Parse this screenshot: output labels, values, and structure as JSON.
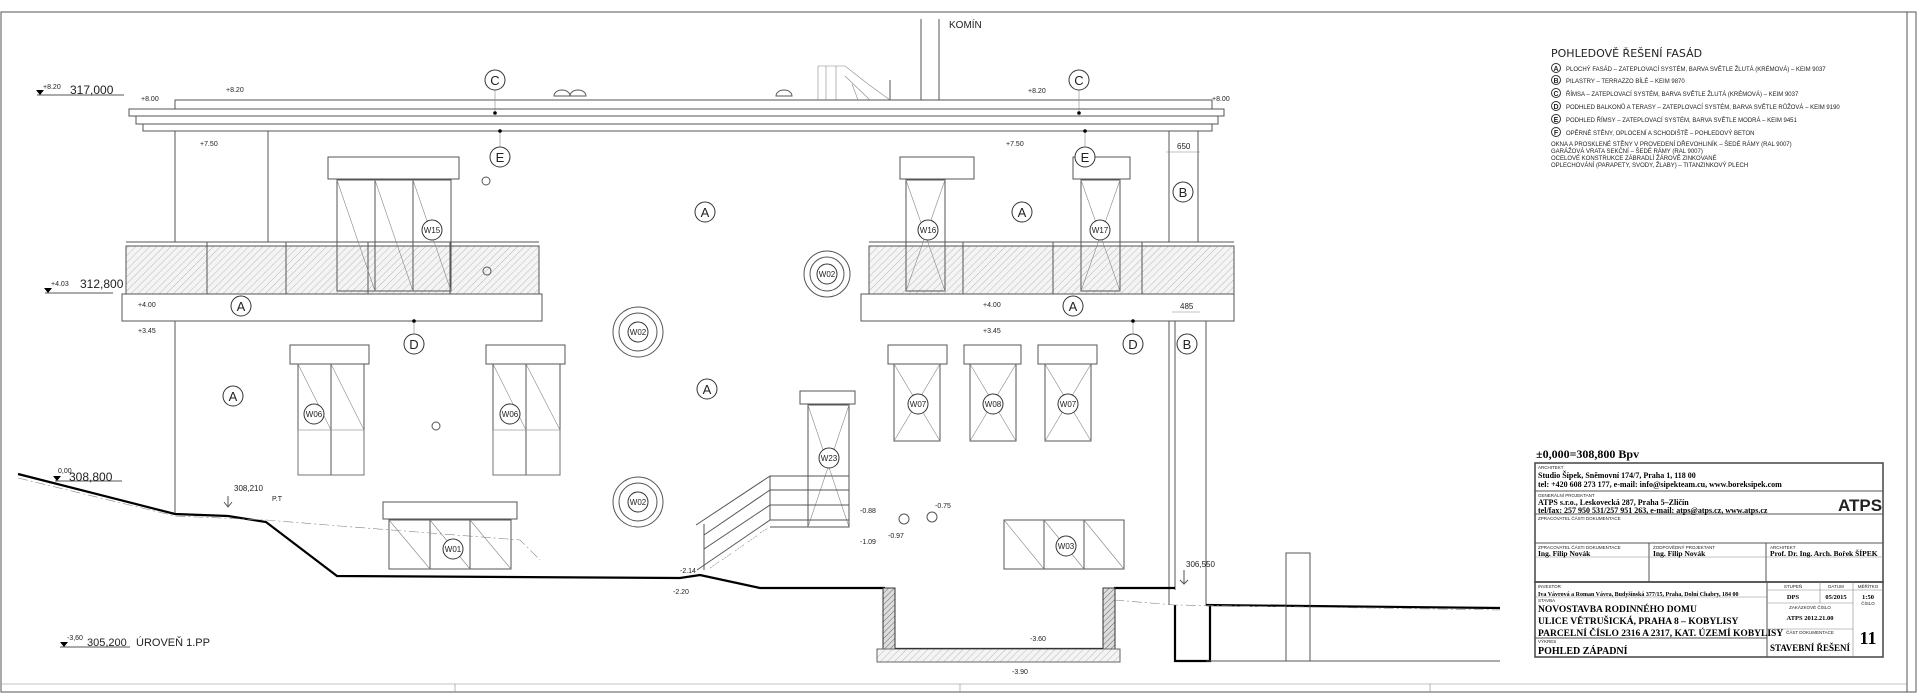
{
  "chimney_label": "KOMÍN",
  "levels": {
    "roof": {
      "rel": "+8.20",
      "abs": "317,000"
    },
    "floor1": {
      "rel": "+4.03",
      "abs": "312,800"
    },
    "ground": {
      "rel": "0,00",
      "abs": "308,800"
    },
    "basement": {
      "rel": "-3,60",
      "abs": "305,200",
      "label": "ÚROVEŇ 1.PP"
    }
  },
  "dimensions": {
    "roof_left_820": "+8.20",
    "roof_left_800": "+8.00",
    "roof_left_750": "+7.50",
    "roof_right_820": "+8.20",
    "roof_right_800": "+8.00",
    "roof_right_750": "+7.50",
    "bal_left_400": "+4.00",
    "bal_left_345": "+3.45",
    "bal_right_400": "+4.00",
    "bal_right_345": "+3.45",
    "pilaster_top": "650",
    "pilaster_bottom": "485",
    "terrain_point": "308,210",
    "terrain_label": "P.T",
    "stair_214": "-2.14",
    "stair_220": "-2.20",
    "door_088": "-0.88",
    "door_109": "-1.09",
    "vent_097": "-0.97",
    "vent_075": "-0.75",
    "garage_360": "-3.60",
    "garage_390": "-3.90",
    "right_terrain": "306,550"
  },
  "windows": {
    "w15": "W15",
    "w16": "W16",
    "w17": "W17",
    "w06a": "W06",
    "w06b": "W06",
    "w07a": "W07",
    "w08": "W08",
    "w07b": "W07",
    "w23": "W23",
    "w01": "W01",
    "w03": "W03",
    "w02a": "W02",
    "w02b": "W02",
    "w02c": "W02"
  },
  "markers": {
    "a": "A",
    "b": "B",
    "c": "C",
    "d": "D",
    "e": "E",
    "f": "F"
  },
  "legend": {
    "title": "POHLEDOVĚ ŘEŠENÍ FASÁD",
    "items": [
      {
        "key": "A",
        "text": "PLOCHÝ FASÁD – ZATEPLOVACÍ SYSTÉM, BARVA SVĚTLE ŽLUTÁ (KRÉMOVÁ) – KEIM 9037"
      },
      {
        "key": "B",
        "text": "PILASTRY – TERRAZZO BÍLÉ – KEIM 9870"
      },
      {
        "key": "C",
        "text": "ŘÍMSA – ZATEPLOVACÍ SYSTÉM, BARVA SVĚTLE ŽLUTÁ (KRÉMOVÁ) – KEIM 9037"
      },
      {
        "key": "D",
        "text": "PODHLED BALKONŮ A TERASY – ZATEPLOVACÍ SYSTÉM, BARVA SVĚTLE RŮŽOVÁ – KEIM 9190"
      },
      {
        "key": "E",
        "text": "PODHLED ŘÍMSY – ZATEPLOVACÍ SYSTÉM, BARVA SVĚTLE MODRÁ – KEIM 9451"
      },
      {
        "key": "F",
        "text": "OPĚRNÉ STĚNY, OPLOCENÍ A SCHODIŠTĚ – POHLEDOVÝ BETON"
      }
    ],
    "notes": [
      "OKNA A PROSKLENÉ STĚNY V PROVEDENÍ DŘEVOHLINÍK – ŠEDÉ RÁMY (RAL 9007)",
      "GARÁŽOVÁ VRATA SEKČNÍ – ŠEDÉ RÁMY (RAL 9007)",
      "OCELOVÉ KONSTRUKCE ZÁBRADLÍ ŽÁROVĚ ZINKOVANÉ",
      "OPLECHOVÁNÍ (PARAPETY, SVODY, ŽLABY) – TITANZINKOVÝ PLECH"
    ]
  },
  "title_block": {
    "datum": "±0,000=308,800 Bpv",
    "architect_label": "ARCHITEKT",
    "architect_line1": "Studio Šípek, Sněmovní 174/7, Praha 1, 118 00",
    "architect_line2": "tel: +420 608 273 177, e-mail: info@sipekteam.cu, www.boreksipek.com",
    "general_label": "GENERÁLNÍ PROJEKTANT",
    "general_line1": "ATPS s.r.o., Leskovecká 287, Praha 5–Zličín",
    "general_line2": "tel/fax: 257 950 531/257 951 263, e-mail: atps@atps.cz, www.atps.cz",
    "logo": "ATPS",
    "processor_label": "ZPRACOVATEL ČÁSTI DOKUMENTACE",
    "processor_label2": "ZPRACOVATEL ČÁSTI DOKUMENTACE",
    "processor_name": "Ing. Filip Novák",
    "responsible_label": "ZODPOVĚDNÝ PROJEKTANT",
    "responsible_name": "Ing. Filip Novák",
    "architect2_label": "ARCHITEKT",
    "architect2_name": "Prof. Dr. Ing. Arch. Bořek ŠÍPEK",
    "investor_label": "INVESTOR",
    "investor": "Iva Vávrová a Roman Vávra, Budyšínská 377/15, Praha, Dolní Chabry, 184 00",
    "building_label": "STAVBA",
    "building_line1": "NOVOSTAVBA RODINNÉHO DOMU",
    "building_line2": "ULICE VĚTRUŠICKÁ, PRAHA 8 – KOBYLISY",
    "building_line3": "PARCELNÍ ČÍSLO 2316 A 2317, KAT. ÚZEMÍ KOBYLISY",
    "drawing_label": "VÝKRES",
    "drawing": "POHLED ZÁPADNÍ",
    "stage_label": "STUPEŇ",
    "stage": "DPS",
    "date_label": "DATUM",
    "date": "05/2015",
    "scale_label": "MĚŘÍTKO",
    "scale": "1:50",
    "order_label": "ZAKÁZKOVÉ ČÍSLO",
    "order": "ATPS 2012.21.00",
    "number_label": "ČÍSLO",
    "number": "11",
    "part_label": "ČÁST DOKUMENTACE",
    "part": "STAVEBNÍ ŘEŠENÍ"
  }
}
